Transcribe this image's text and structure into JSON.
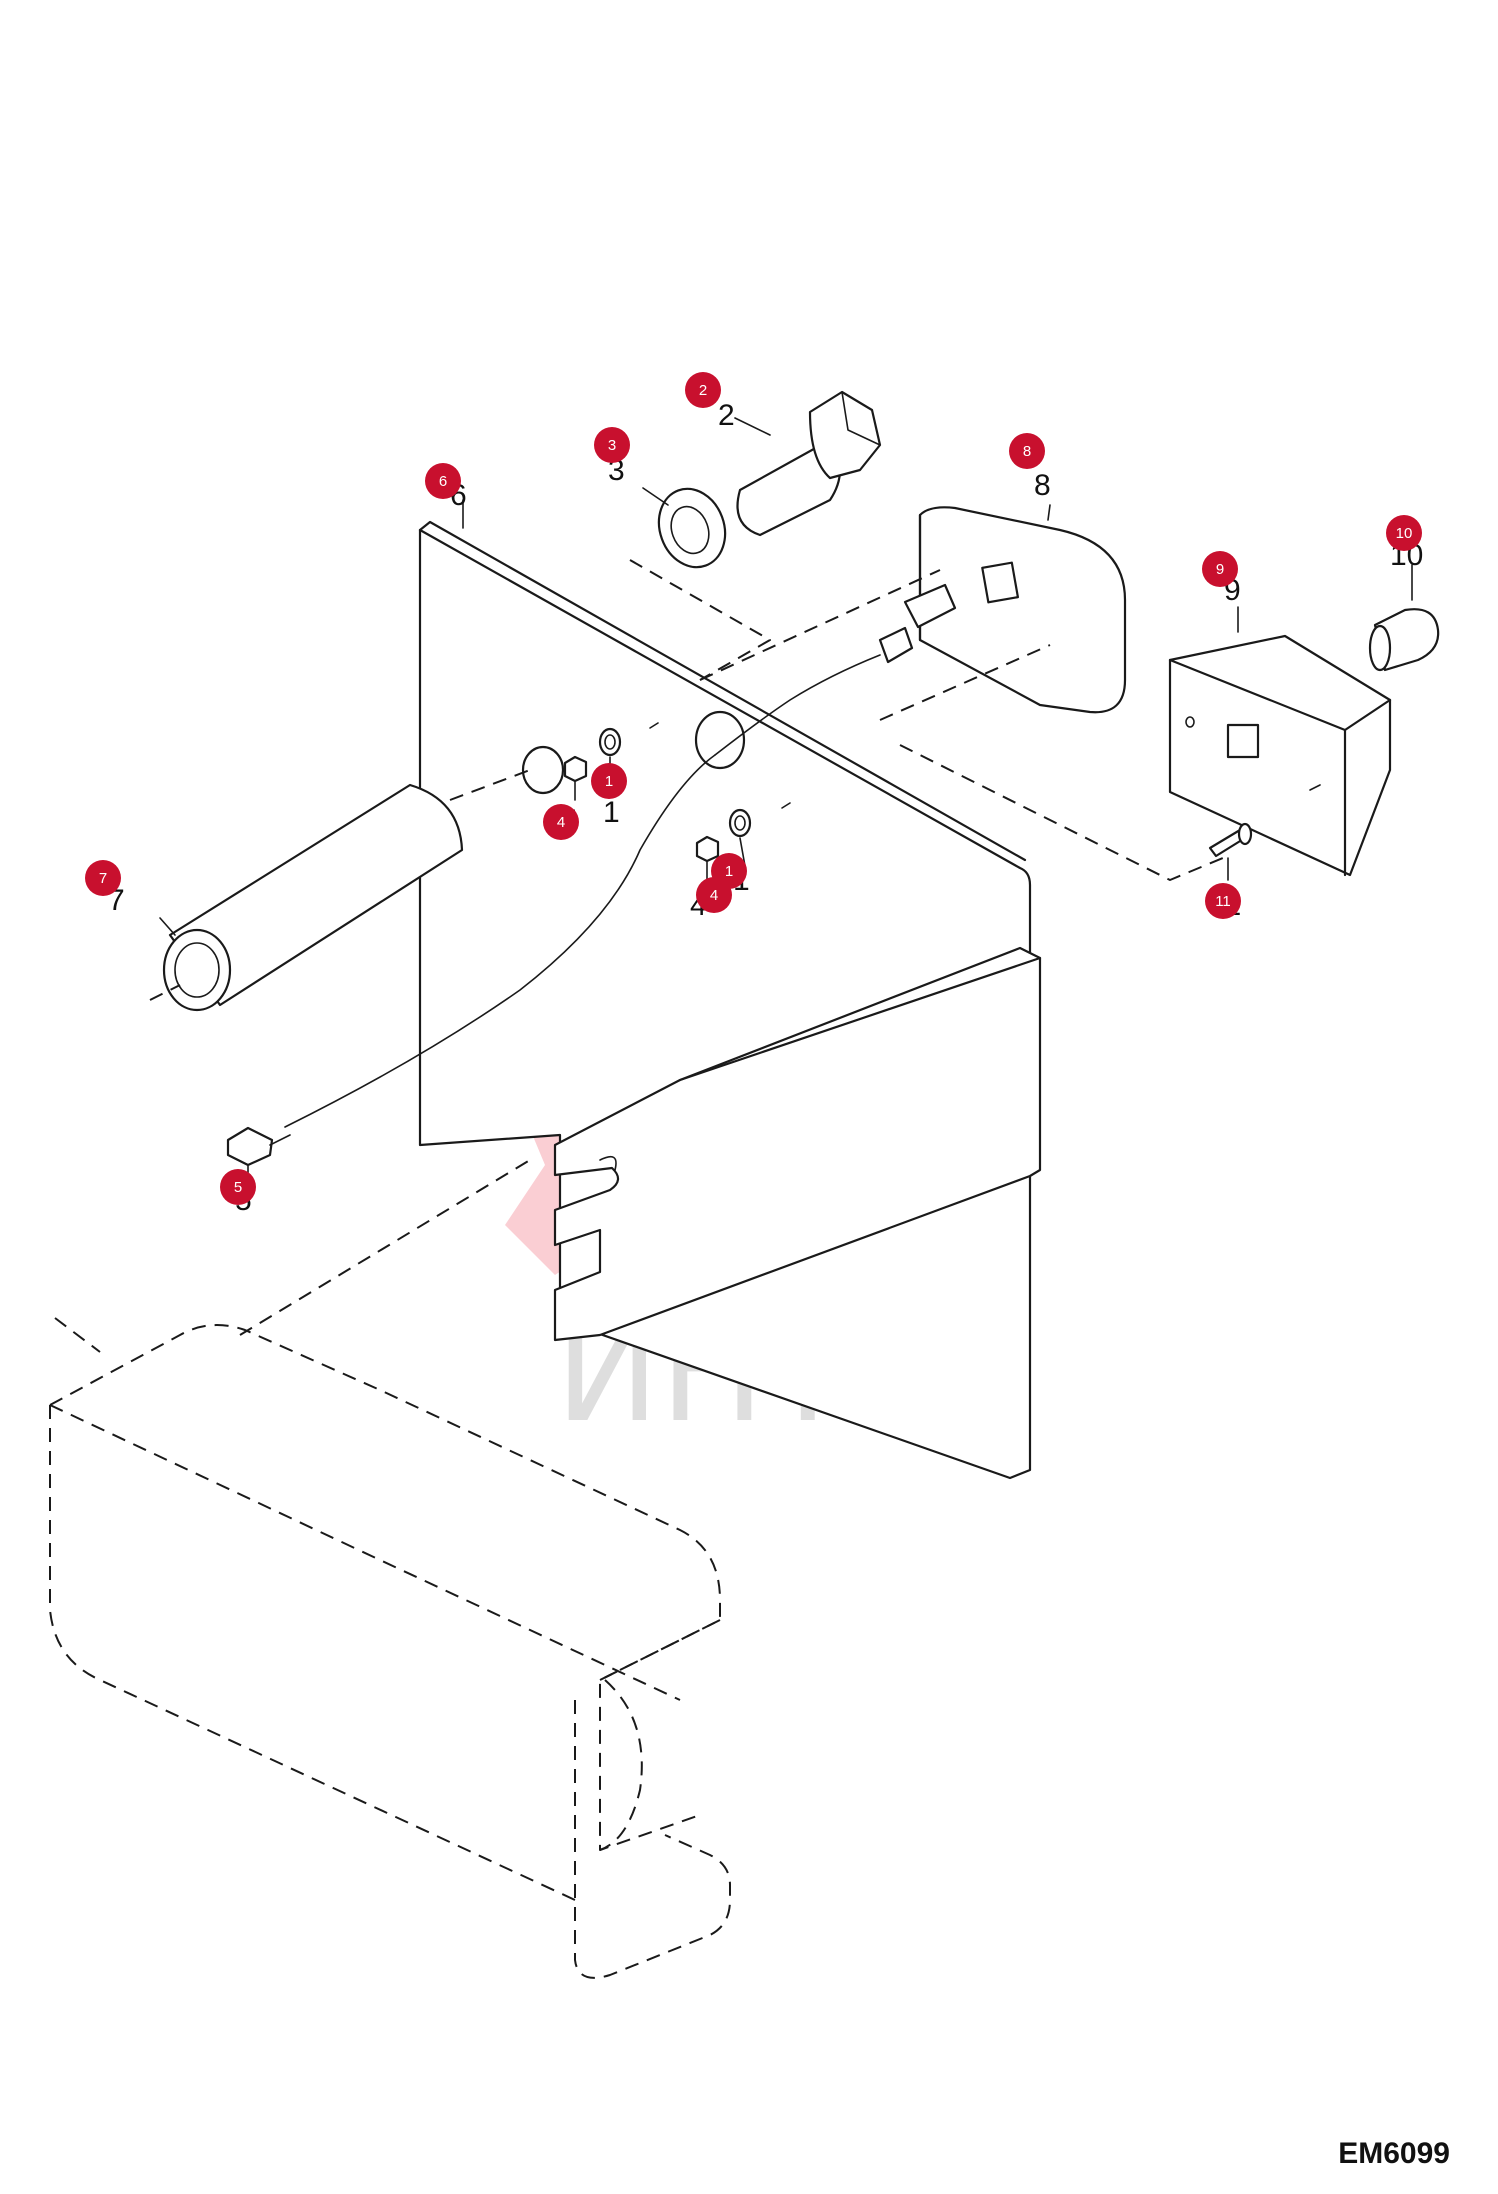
{
  "diagram_code": "EM6099",
  "watermark": {
    "text": "ИНТЕХ",
    "gear_color": "#f06a78",
    "text_color": "#c8c8c8"
  },
  "colors": {
    "badge": "#c8102e",
    "line": "#1a1a1a"
  },
  "callouts": [
    {
      "id": "1",
      "label": "1"
    },
    {
      "id": "2",
      "label": "2"
    },
    {
      "id": "3",
      "label": "3"
    },
    {
      "id": "4",
      "label": "4"
    },
    {
      "id": "5",
      "label": "5"
    },
    {
      "id": "6",
      "label": "6"
    },
    {
      "id": "7",
      "label": "7"
    },
    {
      "id": "8",
      "label": "8"
    },
    {
      "id": "9",
      "label": "9"
    },
    {
      "id": "10",
      "label": "10"
    },
    {
      "id": "11",
      "label": "11"
    }
  ]
}
